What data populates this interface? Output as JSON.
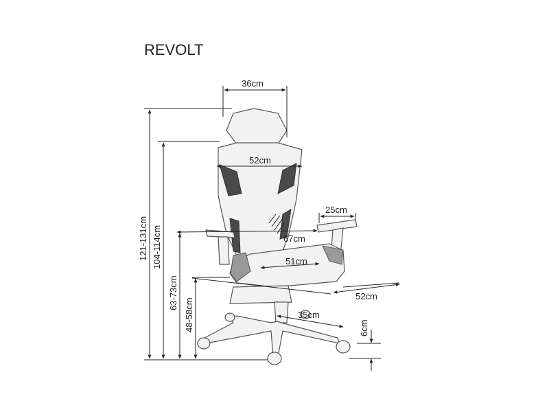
{
  "title": "REVOLT",
  "dimensions": {
    "headrest_width": "36cm",
    "back_width": "52cm",
    "armrest_length": "25cm",
    "outer_width": "67cm",
    "seat_depth": "51cm",
    "seat_width": "52cm",
    "base_radius": "35cm",
    "wheel_height": "6cm",
    "total_height": "121-131cm",
    "back_height": "104-114cm",
    "armrest_height": "63-73cm",
    "seat_height": "48-58cm"
  }
}
